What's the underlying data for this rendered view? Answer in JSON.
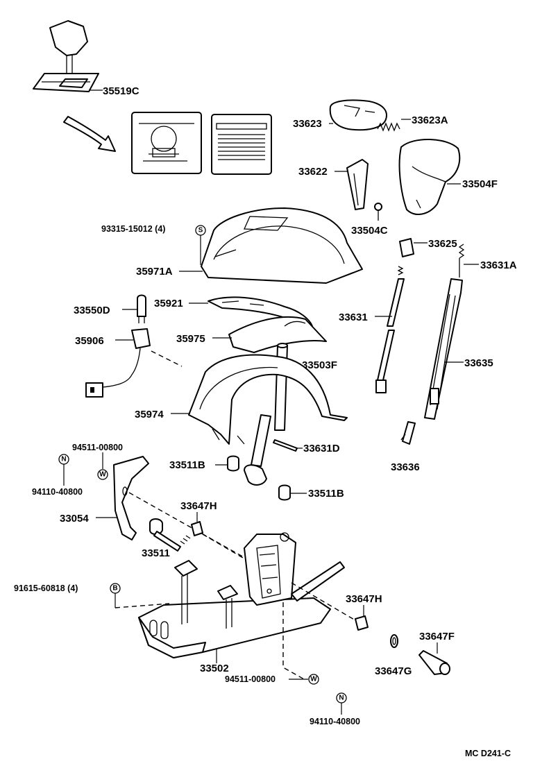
{
  "labels": {
    "p35519C": "35519C",
    "p33623": "33623",
    "p33623A": "33623A",
    "p33622": "33622",
    "p33504F": "33504F",
    "p33504C": "33504C",
    "p93315": "93315-15012 (4)",
    "p35971A": "35971A",
    "p33625": "33625",
    "p33631A": "33631A",
    "p33550D": "33550D",
    "p35921": "35921",
    "p33631": "33631",
    "p35906": "35906",
    "p35975": "35975",
    "p33503F": "33503F",
    "p33635": "33635",
    "p35974": "35974",
    "p94511_top": "94511-00800",
    "p33631D": "33631D",
    "p33636": "33636",
    "p33511B_a": "33511B",
    "p94110_top": "94110-40800",
    "p33511B_b": "33511B",
    "p33647H_a": "33647H",
    "p33054": "33054",
    "p33511": "33511",
    "p91615": "91615-60818 (4)",
    "p33647H_b": "33647H",
    "p33647F": "33647F",
    "p33502": "33502",
    "p33647G": "33647G",
    "p94511_bot": "94511-00800",
    "p94110_bot": "94110-40800"
  },
  "symbols": {
    "s": "S",
    "n": "N",
    "w": "W",
    "b": "B"
  },
  "footer": "MC  D241-C"
}
